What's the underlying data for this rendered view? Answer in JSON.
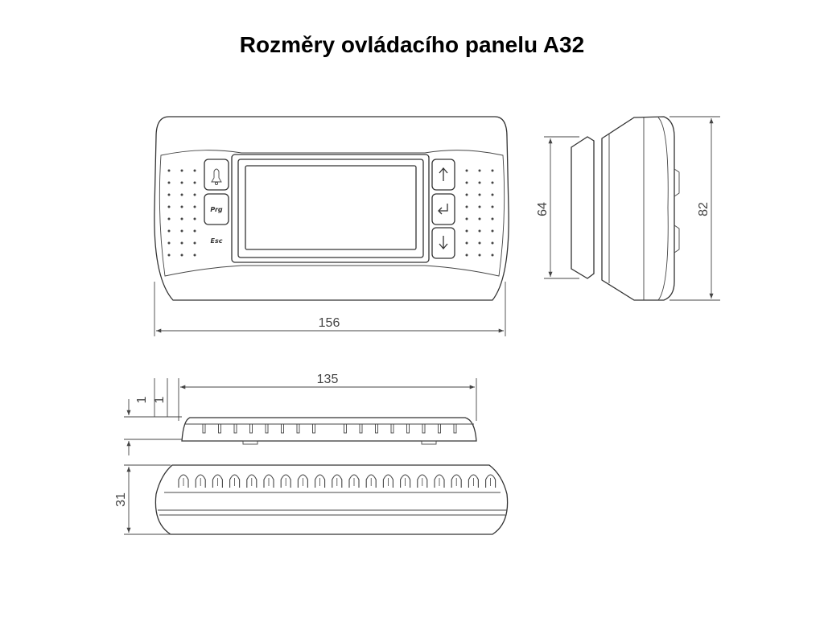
{
  "title": "Rozměry ovládacího panelu A32",
  "buttons": {
    "prg_label": "Prg",
    "esc_label": "Esc",
    "alarm_icon": "bell-icon",
    "up_icon": "arrow-up-icon",
    "enter_icon": "enter-icon",
    "down_icon": "arrow-down-icon"
  },
  "dimensions": {
    "width": "156",
    "bottom_width": "135",
    "height_inner": "64",
    "height_outer": "82",
    "depth": "31",
    "offset_a": "1",
    "offset_b": "1"
  }
}
